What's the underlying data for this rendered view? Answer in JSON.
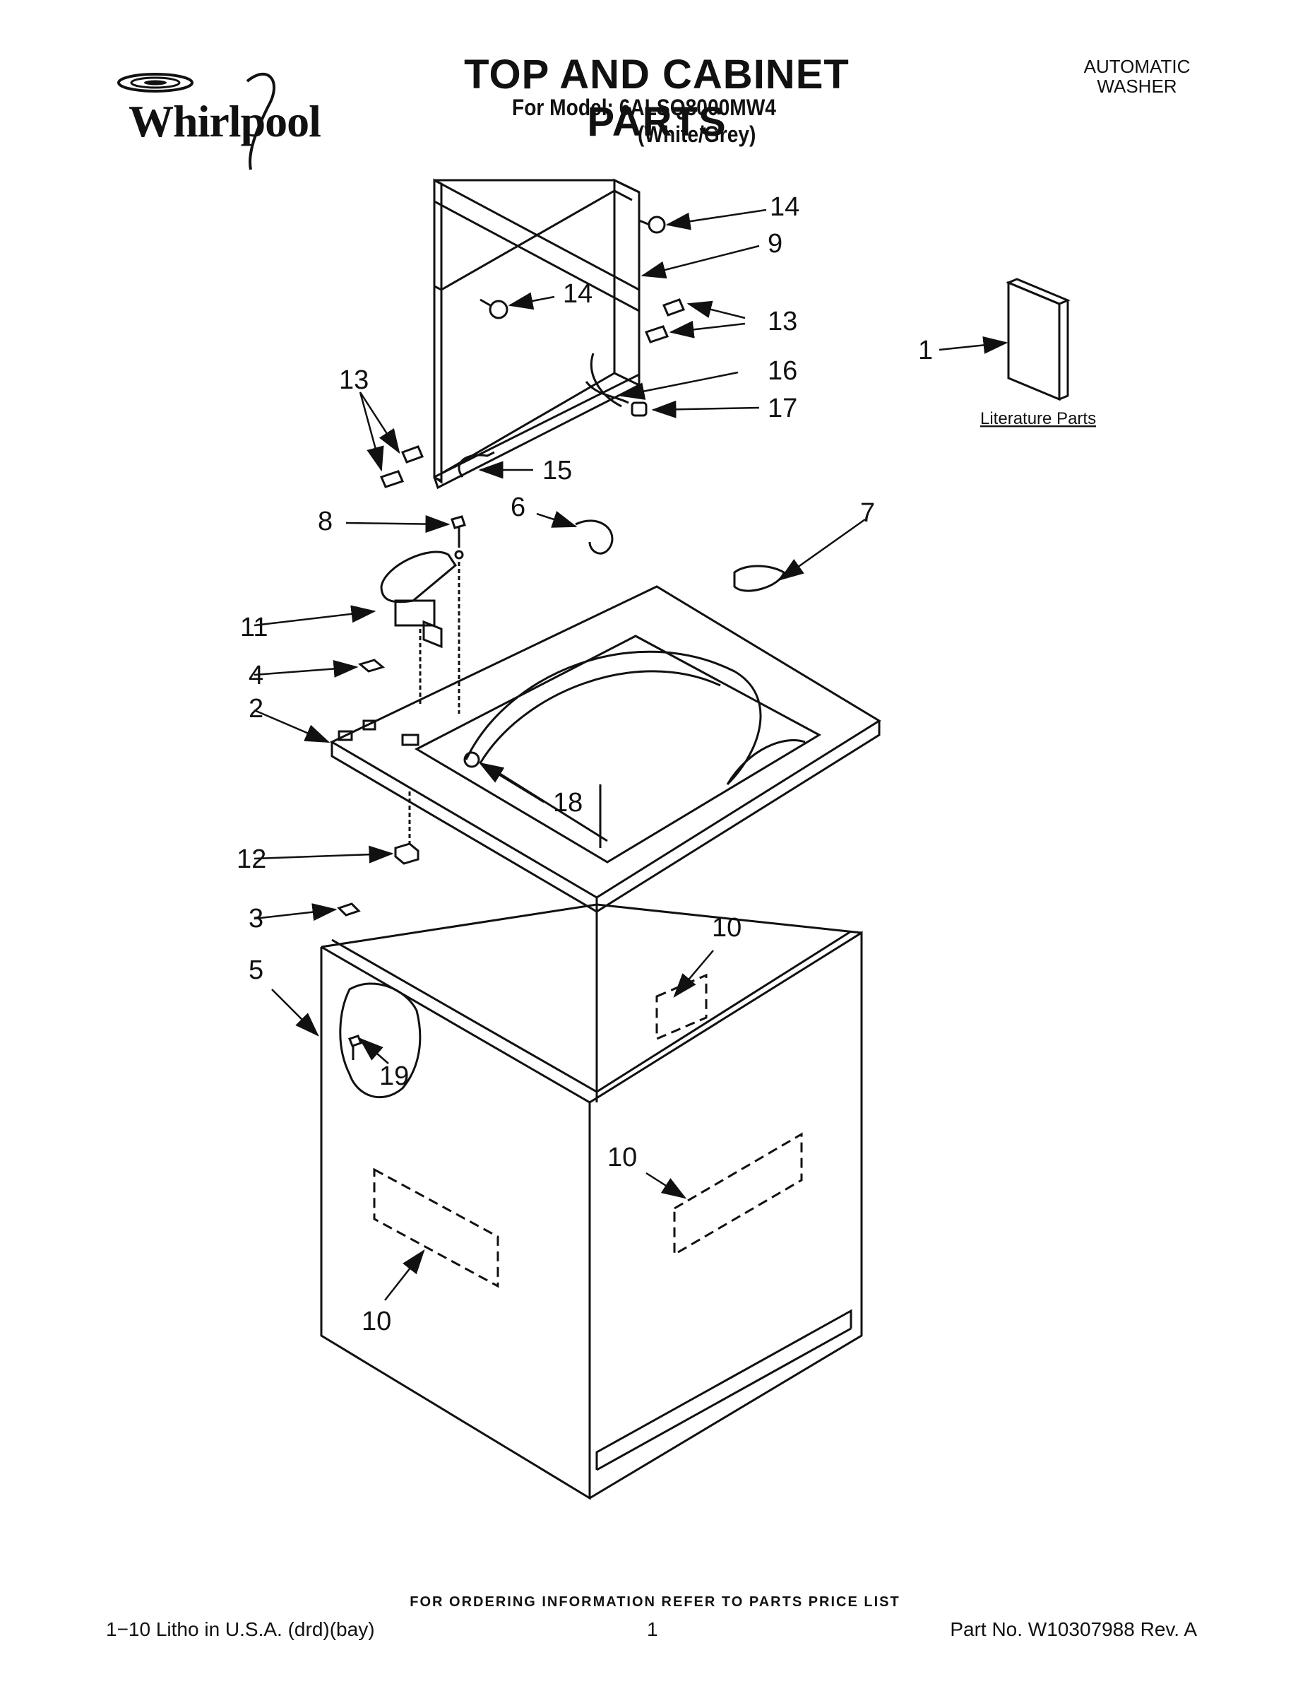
{
  "header": {
    "brand": "Whirlpool",
    "title": "TOP AND CABINET PARTS",
    "model_line": "For Model: 6ALSQ8000MW4",
    "color_line": "(White/Grey)",
    "product_type_line1": "AUTOMATIC",
    "product_type_line2": "WASHER"
  },
  "diagram": {
    "callouts": [
      "14",
      "9",
      "14",
      "13",
      "1",
      "16",
      "13",
      "17",
      "15",
      "8",
      "6",
      "7",
      "11",
      "4",
      "2",
      "18",
      "12",
      "3",
      "10",
      "5",
      "19",
      "10",
      "10"
    ],
    "literature_label": "Literature Parts"
  },
  "footer": {
    "ordering_note": "FOR ORDERING INFORMATION REFER TO PARTS PRICE LIST",
    "litho": "1−10 Litho in U.S.A. (drd)(bay)",
    "page_number": "1",
    "part_number": "Part No. W10307988 Rev. A"
  },
  "colors": {
    "ink": "#111111",
    "paper": "#ffffff"
  }
}
